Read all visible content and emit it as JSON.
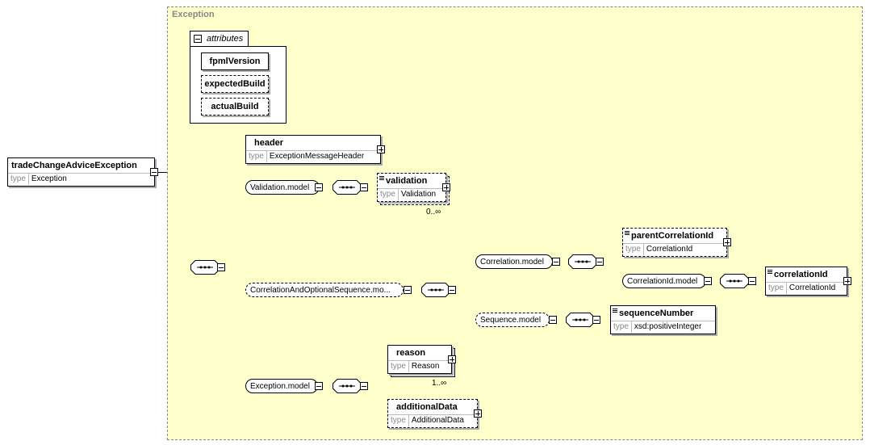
{
  "region": {
    "title": "Exception"
  },
  "attributes": {
    "label": "attributes",
    "items": [
      {
        "name": "fpmlVersion",
        "required": true
      },
      {
        "name": "expectedBuild",
        "required": false
      },
      {
        "name": "actualBuild",
        "required": false
      }
    ]
  },
  "root": {
    "name": "tradeChangeAdviceException",
    "type_key": "type",
    "type_value": "Exception"
  },
  "header": {
    "name": "header",
    "type_key": "type",
    "type_value": "ExceptionMessageHeader"
  },
  "validation_model": {
    "label": "Validation.model"
  },
  "validation": {
    "name": "validation",
    "type_key": "type",
    "type_value": "Validation",
    "cardinality": "0..∞"
  },
  "corr_seq_model": {
    "label": "CorrelationAndOptionalSequence.mo..."
  },
  "correlation_model": {
    "label": "Correlation.model"
  },
  "parent_correlation_id": {
    "name": "parentCorrelationId",
    "type_key": "type",
    "type_value": "CorrelationId"
  },
  "correlation_id_model": {
    "label": "CorrelationId.model"
  },
  "correlation_id": {
    "name": "correlationId",
    "type_key": "type",
    "type_value": "CorrelationId"
  },
  "sequence_model": {
    "label": "Sequence.model"
  },
  "sequence_number": {
    "name": "sequenceNumber",
    "type_key": "type",
    "type_value": "xsd:positiveInteger"
  },
  "exception_model": {
    "label": "Exception.model"
  },
  "reason": {
    "name": "reason",
    "type_key": "type",
    "type_value": "Reason",
    "cardinality": "1..∞"
  },
  "additional_data": {
    "name": "additionalData",
    "type_key": "type",
    "type_value": "AdditionalData"
  }
}
